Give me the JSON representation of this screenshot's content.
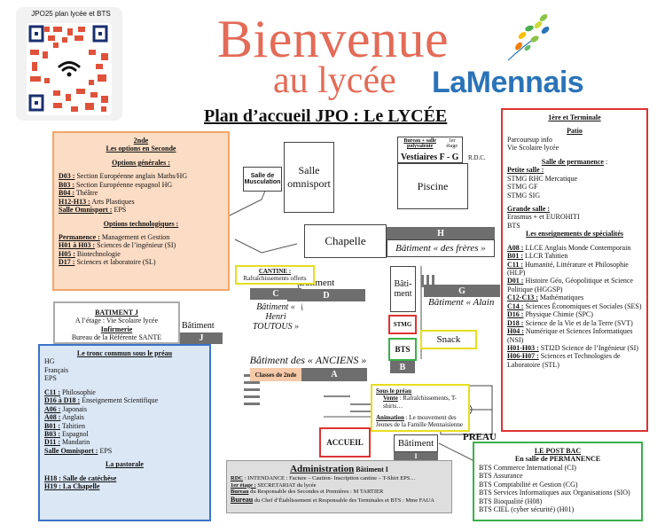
{
  "qr": {
    "title": "JPO25 plan lycée et BTS",
    "icon": "wifi-icon"
  },
  "header": {
    "title_line1": "Bienvenue",
    "title_line2": "au lycée",
    "brand": "LaMennais",
    "plan_title": "Plan d’accueil JPO : Le LYCÉE",
    "colors": {
      "title": "#e36b57",
      "brand": "#2a73b8"
    }
  },
  "options_box": {
    "heading1": "2nde",
    "heading2": "Les options en Seconde",
    "generales_title": "Options générales :",
    "generales": [
      {
        "code": "D03 :",
        "text": " Section Européenne anglais Maths/HG"
      },
      {
        "code": "B03 :",
        "text": " Section Européenne espagnol HG"
      },
      {
        "code": "B04 :",
        "text": " Théâtre"
      },
      {
        "code": "H12-H13 :",
        "text": " Arts Plastiques"
      },
      {
        "code": "Salle Omnisport :",
        "text": " EPS"
      }
    ],
    "techno_title": "Options technologiques :",
    "techno": [
      {
        "code": "Permanence :",
        "text": " Management et Gestion"
      },
      {
        "code": "H01 à H03 :",
        "text": " Sciences de l’ingénieur (SI)"
      },
      {
        "code": "H05 :",
        "text": " Biotechnologie"
      },
      {
        "code": "D17 :",
        "text": " Sciences et laboratoire (SL)"
      }
    ]
  },
  "batiment_j_box": {
    "title": "BATIMENT J",
    "line1": "A l’étage : Vie Scolaire lycée",
    "line2": "Infirmerie",
    "line3": "Bureau de la Référente SANTE"
  },
  "tronc_box": {
    "title": "Le tronc commun sous le préau",
    "subjects": [
      "HG",
      "Français",
      "EPS"
    ],
    "rooms": [
      {
        "code": "C11 :",
        "text": " Philosophie"
      },
      {
        "code": "D16 à D18 :",
        "text": " Enseignement Scientifique"
      },
      {
        "code": "A06 :",
        "text": " Japonais"
      },
      {
        "code": "A08 :",
        "text": " Anglais"
      },
      {
        "code": "B01 :",
        "text": " Tahitien"
      },
      {
        "code": "B03 :",
        "text": " Espagnol"
      },
      {
        "code": "D11 :",
        "text": " Mandarin"
      },
      {
        "code": "Salle Omnisport :",
        "text": " EPS"
      }
    ],
    "pastorale_title": "La pastorale",
    "pastorale": [
      "H18 : Salle de catéchèse",
      "H19 : La Chapelle"
    ]
  },
  "premiere_box": {
    "title": "1ère et Terminale",
    "patio_title": "Patio",
    "patio": [
      "Parcoursup info",
      "Vie Scolaire lycée"
    ],
    "perm_title": "Salle de permanence",
    "petite_title": "Petite salle :",
    "petite": [
      "STMG RHC Mercatique",
      "STMG GF",
      "STMG SIG"
    ],
    "grande_title": "Grande salle :",
    "grande": [
      "Erasmus + et EUROHITI",
      "BTS"
    ],
    "spe_title": "Les enseignements de spécialités",
    "spe": [
      {
        "code": "A08 :",
        "text": " LLCE Anglais Monde Contemporain"
      },
      {
        "code": "B01 :",
        "text": " LLCR Tahitien"
      },
      {
        "code": "C11 :",
        "text": " Humanité, Littérature et Philosophie (HLP)"
      },
      {
        "code": "D01 :",
        "text": " Histoire Géo, Géopolitique et Science Politique (HGGSP)"
      },
      {
        "code": "C12-C13 :",
        "text": " Mathématiques"
      },
      {
        "code": "C14 :",
        "text": " Sciences Économiques et Sociales (SES)"
      },
      {
        "code": "D16 :",
        "text": " Physique Chimie (SPC)"
      },
      {
        "code": "D18 :",
        "text": " Science de la Vie et de la Terre (SVT)"
      },
      {
        "code": "H04 :",
        "text": " Numérique et Sciences Informatiques (NSI)"
      },
      {
        "code": "H01-H03 :",
        "text": " STI2D Science de l’Ingénieur (SI)"
      },
      {
        "code": "H06-H07 :",
        "text": " Sciences et Technologies de Laboratoire (STL)"
      }
    ]
  },
  "postbac_box": {
    "title": "LE POST BAC",
    "subtitle": "En salle de PERMANENCE",
    "items": [
      "BTS Commerce International (CI)",
      "BTS Assurance",
      "BTS Comptabilité et Gestion (CG)",
      "BTS Services Informatiques aux Organisations (SIO)",
      "BTS Bioqualité (H08)",
      "BTS CIEL (cyber sécurité) (H01)"
    ]
  },
  "cantine_box": {
    "title": "CANTINE :",
    "text": "Rafraîchissements offerts"
  },
  "preau_box": {
    "title": "Sous le préau",
    "vente_label": "Vente",
    "vente_text": " : Rafraîchissements, T-shirts…",
    "anim_label": "Animation",
    "anim_text": " : Le mouvement des Jeunes de la Famille Mennaisienne"
  },
  "admin_box": {
    "title": "Administration",
    "title_suffix": " Bâtiment I",
    "rdc_label": "RDC",
    "rdc_text": " : INTENDANCE : Facture – Caution- Inscription cantine – T-Shirt EPS…",
    "etage_label": "1er étage :",
    "etage_text": " SECRETARIAT du lycée",
    "bureau1_label": "Bureau",
    "bureau1_text": " du Responsable des Secondes et Premières : M TARTIER",
    "bureau2_label": "Bureau",
    "bureau2_text": " du Chef d’Établissement et Responsable des Terminales et BTS : Mme FAUA"
  },
  "map": {
    "salle_muscu": "Salle de Musculation",
    "salle_omni": "Salle omnisport",
    "bureau_salle": "Bureau + salle polyvalente",
    "etage1": "1er étage",
    "vestiaires": "Vestiaires F - G",
    "rdc": "R.D.C.",
    "piscine": "Piscine",
    "chapelle": "Chapelle",
    "bat_h_letter": "H",
    "bat_h_name": "Bâtiment « des frères »",
    "bat_c_letter": "C",
    "bat_c_name": "Bâtiment « Henri TOUTOUS »",
    "bat_d_name": "Bâtiment",
    "bat_d_letter": "D",
    "bati_ment": "Bâti- ment",
    "stmg": "STMG",
    "bts": "BTS",
    "bat_b_letter": "B",
    "bat_g_letter": "G",
    "bat_g_name": "Bâtiment « Alain",
    "snack": "Snack",
    "bat_j_name": "Bâtiment",
    "bat_j_letter": "J",
    "anciens": "Bâtiment des « ANCIENS »",
    "classes_2nde": "Classes de 2nde",
    "bat_a_letter": "A",
    "accueil": "ACCUEIL",
    "bat_i_name": "Bâtiment",
    "bat_i_letter": "I",
    "preau": "PREAU"
  }
}
